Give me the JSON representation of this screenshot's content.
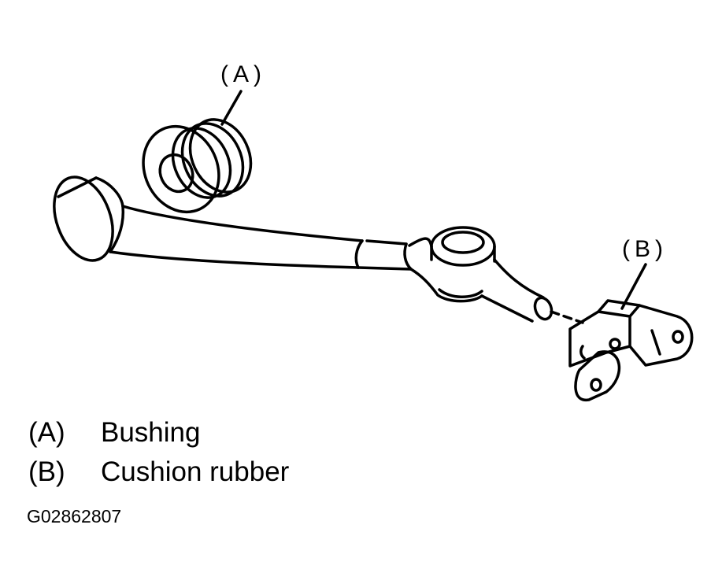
{
  "callouts": {
    "a": "(A)",
    "b": "(B)"
  },
  "legend": [
    {
      "key": "(A)",
      "label": "Bushing"
    },
    {
      "key": "(B)",
      "label": "Cushion rubber"
    }
  ],
  "figure_id": "G02862807"
}
